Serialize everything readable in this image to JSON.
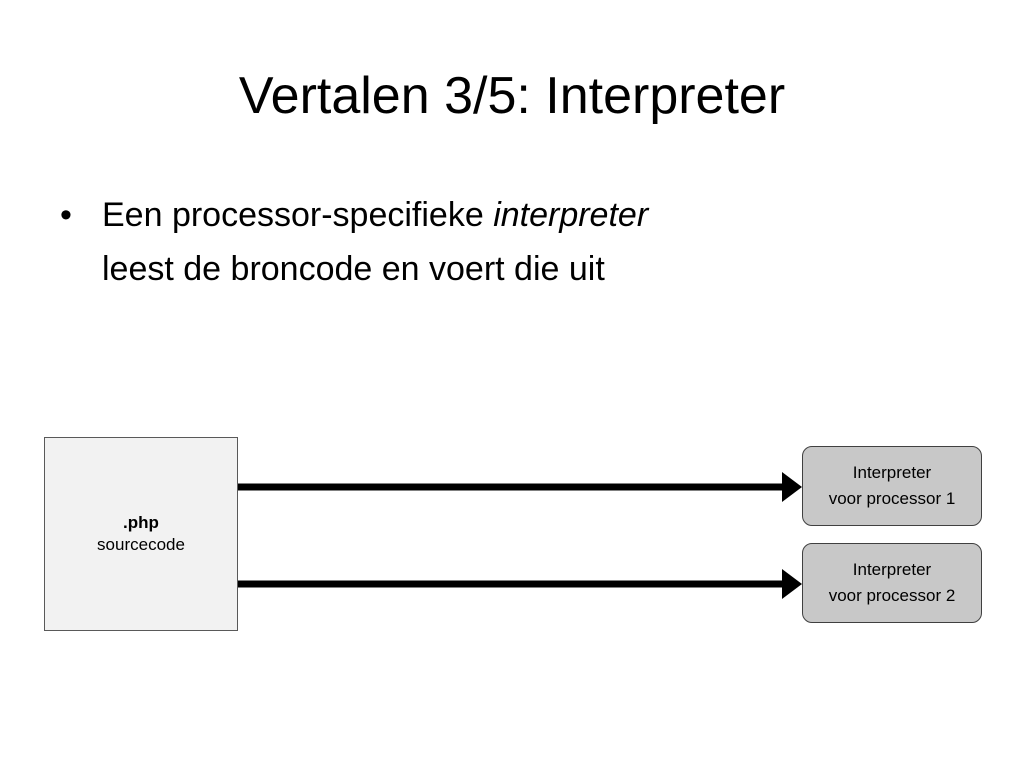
{
  "title": "Vertalen 3/5: Interpreter",
  "bullets": [
    {
      "marker": "•",
      "line1_prefix": "Een processor-specifieke ",
      "line1_emphasis": "interpreter",
      "line2": "leest de broncode en voert die uit"
    }
  ],
  "diagram": {
    "source": {
      "extension": ".php",
      "label": "sourcecode"
    },
    "targets": [
      {
        "line1": "Interpreter",
        "line2": "voor processor 1"
      },
      {
        "line1": "Interpreter",
        "line2": "voor processor 2"
      }
    ],
    "colors": {
      "source_fill": "#f2f2f2",
      "target_fill": "#c8c8c8",
      "arrow": "#000000"
    }
  }
}
